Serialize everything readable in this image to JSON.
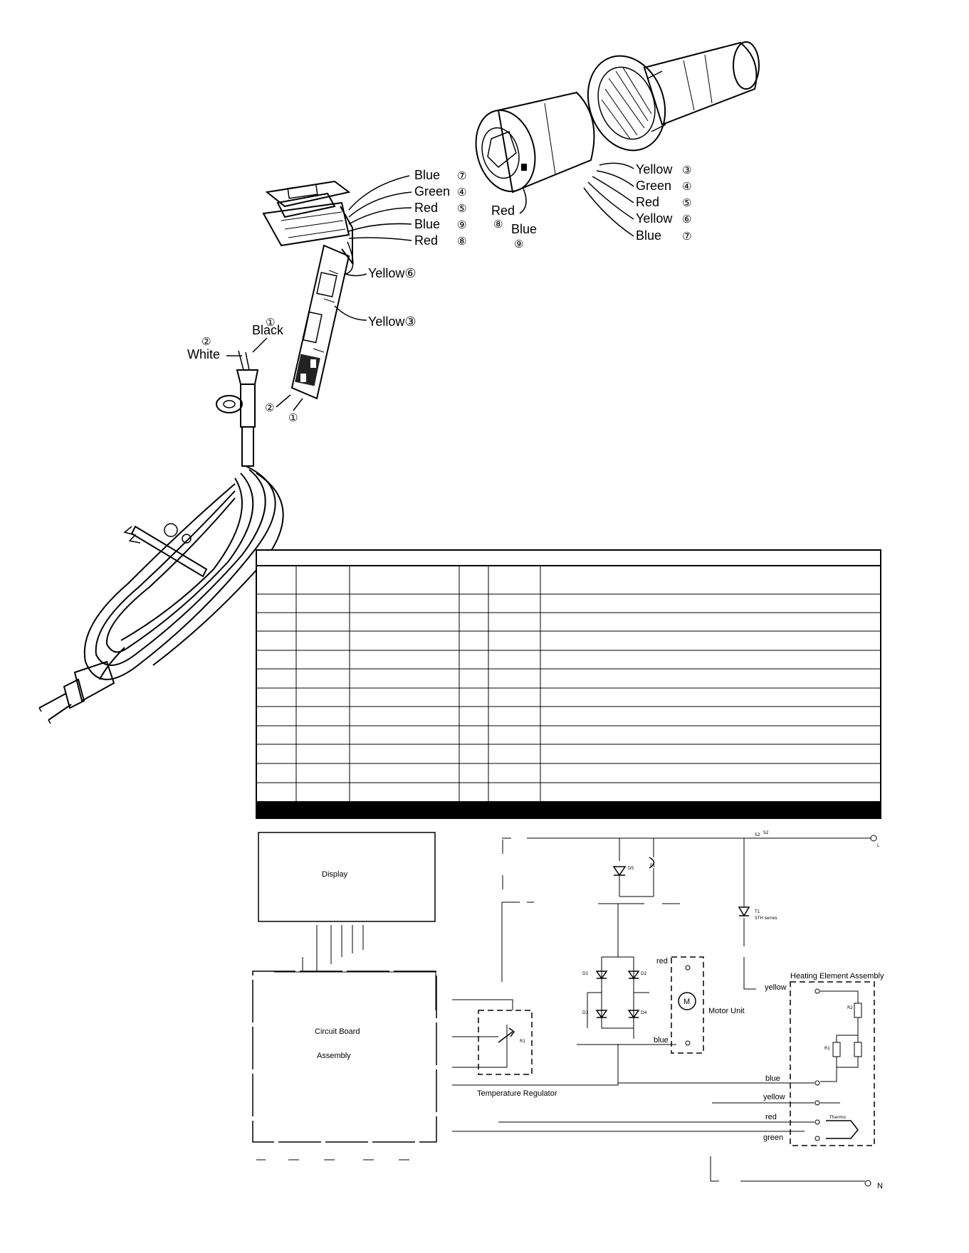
{
  "exploded_view": {
    "left_labels": [
      {
        "color": "Blue",
        "num": "⑦"
      },
      {
        "color": "Green",
        "num": "④"
      },
      {
        "color": "Red",
        "num": "⑤"
      },
      {
        "color": "Blue",
        "num": "⑨"
      },
      {
        "color": "Red",
        "num": "⑧"
      }
    ],
    "right_labels": [
      {
        "color": "Yellow",
        "num": "③"
      },
      {
        "color": "Green",
        "num": "④"
      },
      {
        "color": "Red",
        "num": "⑤"
      },
      {
        "color": "Yellow",
        "num": "⑥"
      },
      {
        "color": "Blue",
        "num": "⑦"
      }
    ],
    "cylinder_red": "Red",
    "cylinder_red_num": "⑧",
    "cylinder_blue": "Blue",
    "cylinder_blue_num": "⑨",
    "yellow6": "Yellow⑥",
    "yellow3": "Yellow③",
    "black_num": "①",
    "black": "Black",
    "white_num": "②",
    "white": "White",
    "board_num2": "②",
    "board_num1": "①"
  },
  "schematic": {
    "display": "Display",
    "circuit_board_line1": "Circuit Board",
    "circuit_board_line2": "Assembly",
    "temperature_regulator": "Temperature Regulator",
    "motor_unit": "Motor Unit",
    "motor_symbol": "M",
    "heating_element_assembly": "Heating Element Assembly",
    "triac_label": "STH series",
    "wire_red_motor": "red",
    "wire_blue_motor": "blue",
    "wire_yellow_top": "yellow",
    "wire_blue_right": "blue",
    "wire_yellow_right": "yellow",
    "wire_red_right": "red",
    "wire_green_right": "green",
    "thermo_label": "Thermo",
    "terminal_L": "L",
    "terminal_N": "N"
  }
}
